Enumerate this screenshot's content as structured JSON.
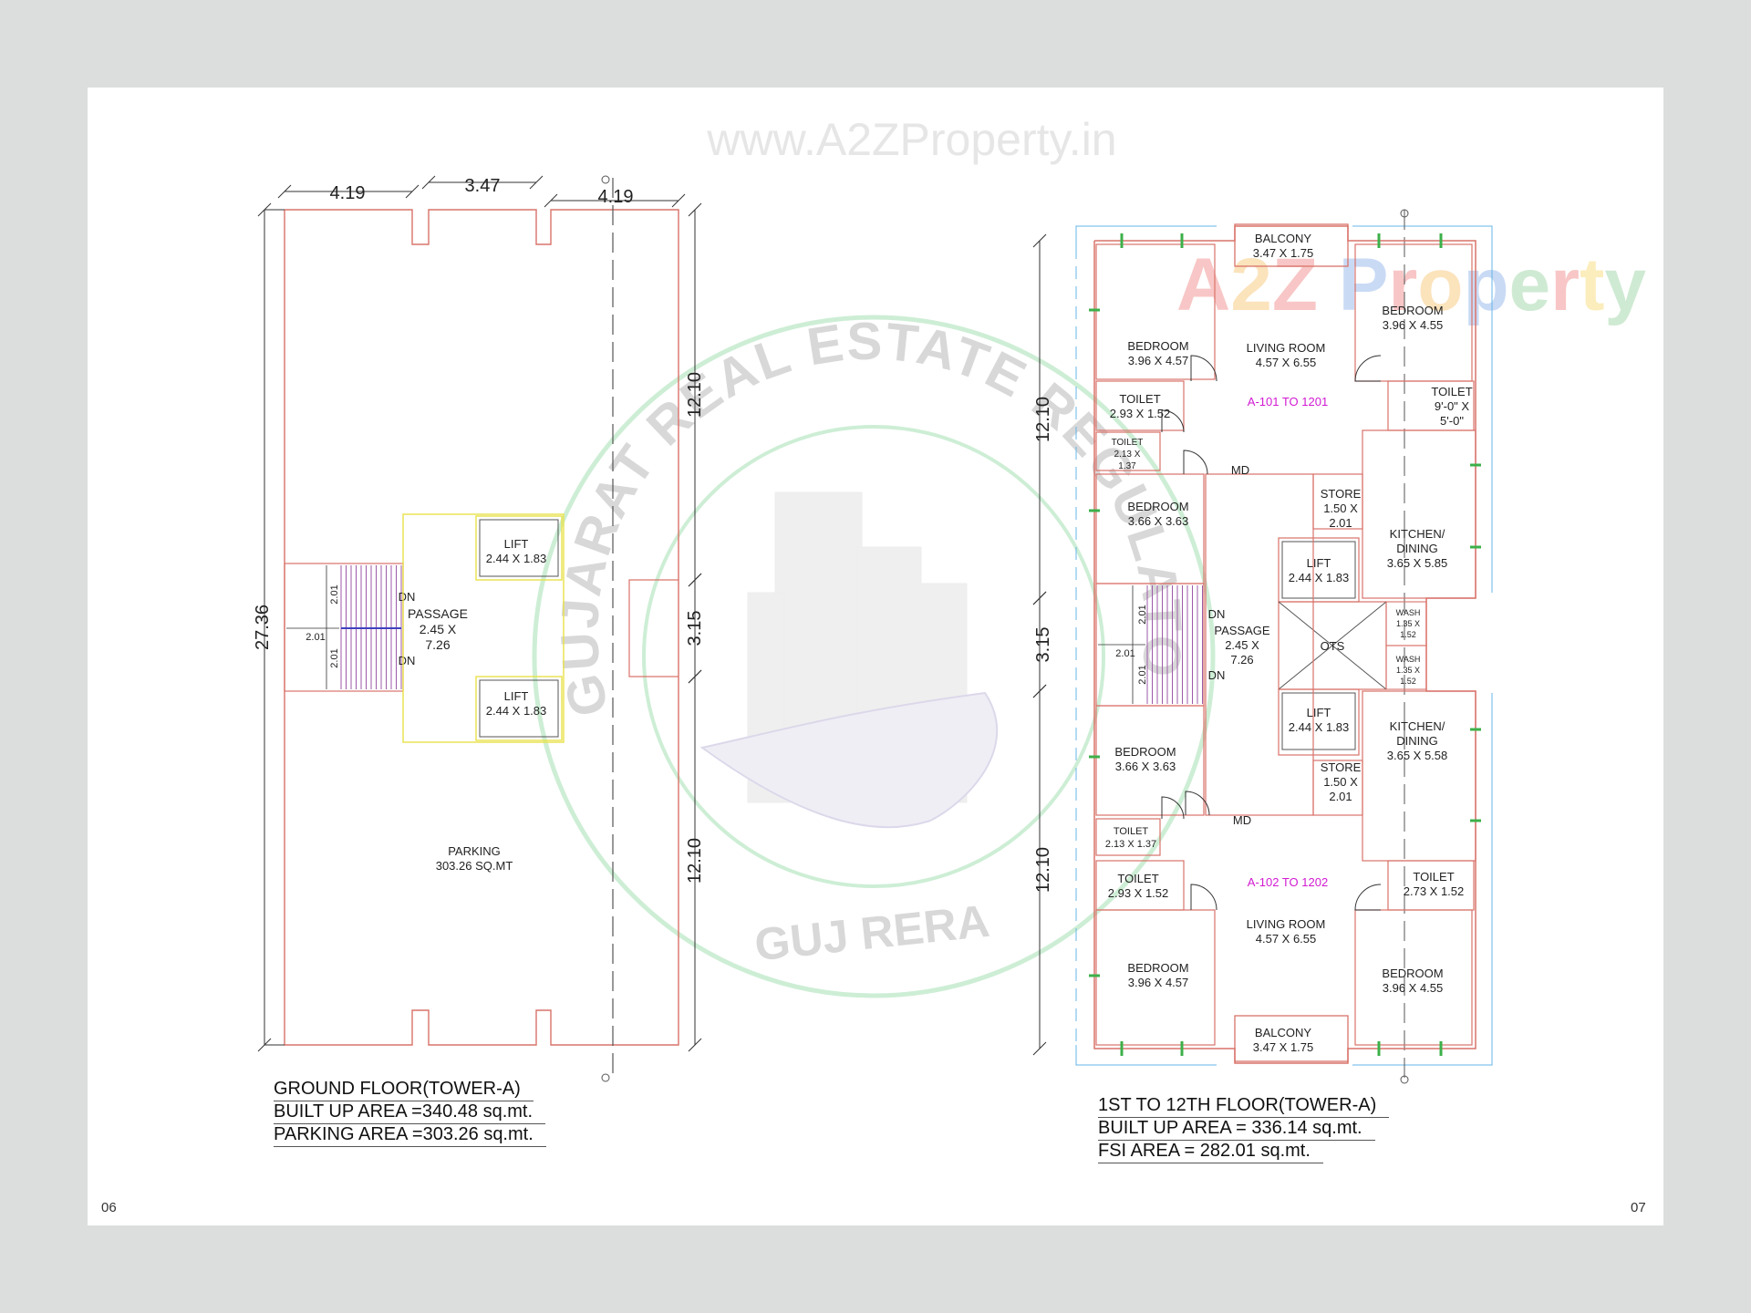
{
  "watermark": {
    "site": "www.A2ZProperty.in",
    "brand": {
      "parts": [
        "A",
        "2",
        "Z",
        " ",
        "P",
        "r",
        "o",
        "p",
        "e",
        "r",
        "t",
        "y"
      ],
      "colors": [
        "#f6b3b3",
        "#f9d9a6",
        "#f6b3b3",
        "#ffffff",
        "#b7cdf2",
        "#f6b3b3",
        "#f9d9a6",
        "#b7cdf2",
        "#bfe3c4",
        "#f6b3b3",
        "#f9e7a6",
        "#bfe3c4"
      ]
    },
    "seal_text": "GUJARAT REAL ESTATE REGULATORY AUTHORITY",
    "seal_bottom": "GUJ RERA"
  },
  "colors": {
    "wall": "#d9736a",
    "dim": "#333333",
    "stair": "#9c5aa8",
    "label": "#222222",
    "unit_label": "#d21ad2",
    "core": "#e8e24a",
    "grid": "#64b5e8",
    "window": "#3cb04a"
  },
  "ground_floor": {
    "dims_top": [
      "4.19",
      "3.47",
      "4.19"
    ],
    "dim_left": "27.36",
    "dims_right": [
      "12.10",
      "3.15",
      "12.10"
    ],
    "stair": {
      "dn_top": "DN",
      "dn_bottom": "DN",
      "w1": "2.01",
      "w2": "2.01",
      "h": "2.01"
    },
    "rooms": [
      {
        "name": "LIFT",
        "size": "2.44 X 1.83"
      },
      {
        "name": "PASSAGE",
        "size": "2.45 X",
        "size2": "7.26"
      },
      {
        "name": "LIFT",
        "size": "2.44 X 1.83"
      },
      {
        "name": "PARKING",
        "size": "303.26 SQ.MT"
      }
    ],
    "caption": [
      "GROUND FLOOR(TOWER-A)",
      "BUILT UP AREA =340.48 sq.mt.",
      "PARKING AREA =303.26 sq.mt."
    ]
  },
  "typical_floor": {
    "dims_left": [
      "12.10",
      "3.15",
      "12.10"
    ],
    "unit_labels": [
      "A-101 TO 1201",
      "A-102 TO 1202"
    ],
    "md": [
      "MD",
      "MD"
    ],
    "stair": {
      "dn_top": "DN",
      "dn_bottom": "DN",
      "w1": "2.01",
      "w2": "2.01",
      "h": "2.01"
    },
    "rooms": [
      {
        "name": "BALCONY",
        "size": "3.47 X 1.75"
      },
      {
        "name": "BEDROOM",
        "size": "3.96 X 4.57"
      },
      {
        "name": "LIVING ROOM",
        "size": "4.57 X 6.55"
      },
      {
        "name": "BEDROOM",
        "size": "3.96 X 4.55"
      },
      {
        "name": "TOILET",
        "size": "2.93 X 1.52"
      },
      {
        "name": "TOILET",
        "size": "9'-0\" X",
        "size2": "5'-0\""
      },
      {
        "name": "TOILET",
        "size": "2.13 X",
        "size2": "1.37"
      },
      {
        "name": "BEDROOM",
        "size": "3.66 X 3.63"
      },
      {
        "name": "STORE",
        "size": "1.50 X",
        "size2": "2.01"
      },
      {
        "name": "KITCHEN/",
        "size": "DINING",
        "size2": "3.65 X 5.85"
      },
      {
        "name": "LIFT",
        "size": "2.44 X 1.83"
      },
      {
        "name": "PASSAGE",
        "size": "2.45 X",
        "size2": "7.26"
      },
      {
        "name": "OTS",
        "size": ""
      },
      {
        "name": "WASH",
        "size": "1.35 X",
        "size2": "1.52"
      },
      {
        "name": "WASH",
        "size": "1.35 X",
        "size2": "1.52"
      },
      {
        "name": "LIFT",
        "size": "2.44 X 1.83"
      },
      {
        "name": "KITCHEN/",
        "size": "DINING",
        "size2": "3.65 X 5.58"
      },
      {
        "name": "BEDROOM",
        "size": "3.66 X 3.63"
      },
      {
        "name": "STORE",
        "size": "1.50 X",
        "size2": "2.01"
      },
      {
        "name": "TOILET",
        "size": "2.13 X 1.37"
      },
      {
        "name": "TOILET",
        "size": "2.93 X 1.52"
      },
      {
        "name": "TOILET",
        "size": "2.73 X 1.52"
      },
      {
        "name": "LIVING ROOM",
        "size": "4.57 X 6.55"
      },
      {
        "name": "BEDROOM",
        "size": "3.96 X 4.57"
      },
      {
        "name": "BEDROOM",
        "size": "3.96 X 4.55"
      },
      {
        "name": "BALCONY",
        "size": "3.47 X 1.75"
      }
    ],
    "caption": [
      "1ST TO 12TH FLOOR(TOWER-A)",
      "BUILT UP AREA = 336.14 sq.mt.",
      "FSI AREA = 282.01 sq.mt."
    ]
  },
  "pages": {
    "left": "06",
    "right": "07"
  }
}
